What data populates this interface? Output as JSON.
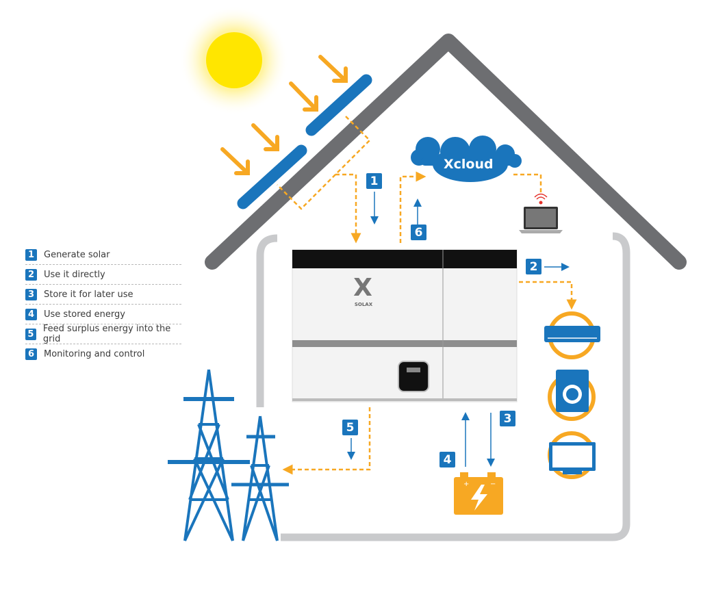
{
  "legend": [
    {
      "num": "1",
      "label": "Generate solar"
    },
    {
      "num": "2",
      "label": "Use it directly"
    },
    {
      "num": "3",
      "label": "Store it for later use"
    },
    {
      "num": "4",
      "label": "Use stored energy"
    },
    {
      "num": "5",
      "label": "Feed surplus energy into the grid"
    },
    {
      "num": "6",
      "label": "Monitoring and control"
    }
  ],
  "badges": {
    "b1": "1",
    "b2": "2",
    "b3": "3",
    "b4": "4",
    "b5": "5",
    "b6": "6"
  },
  "cloud": {
    "label": "Xcloud"
  },
  "inverter": {
    "brand": "SOLAX"
  },
  "colors": {
    "blue": "#1a75bc",
    "orange": "#f7a823",
    "roof": "#6d6e71",
    "wall": "#c9cacc",
    "sun": "#ffe600"
  }
}
